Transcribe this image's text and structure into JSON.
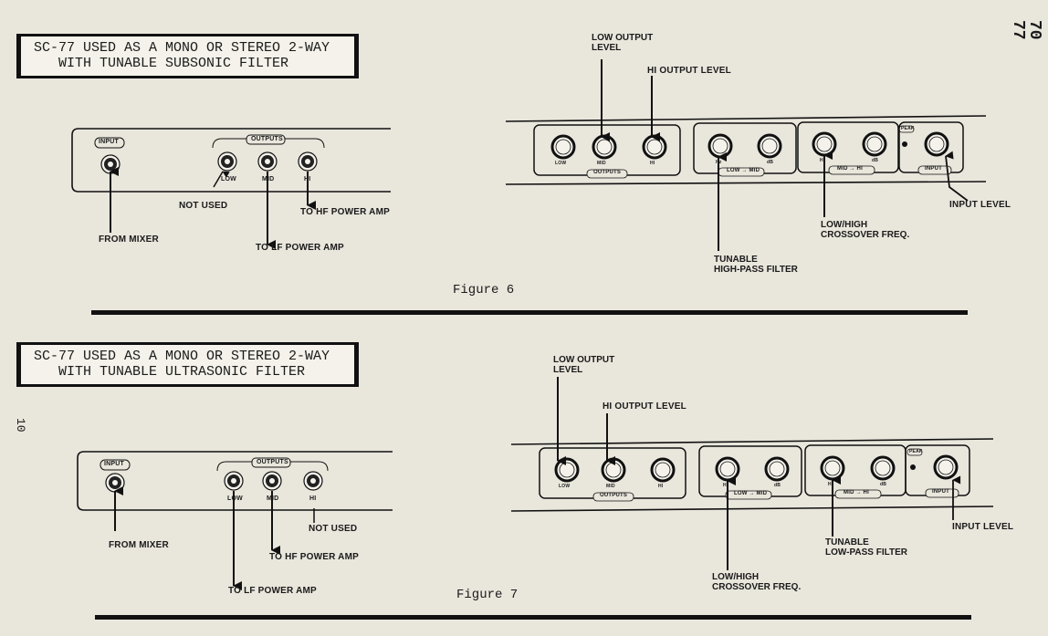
{
  "page_number": "10",
  "page_side_label": "70\n77",
  "figure6": {
    "title_line1": "SC-77 USED AS A MONO OR STEREO 2-WAY",
    "title_line2": "   WITH TUNABLE SUBSONIC FILTER",
    "caption": "Figure 6",
    "jack_labels": {
      "input": "INPUT",
      "outputs": "OUTPUTS",
      "low": "LOW",
      "mid": "MID",
      "hi": "HI"
    },
    "callouts": {
      "not_used": "NOT USED",
      "to_hf_power_amp": "TO HF POWER AMP",
      "from_mixer": "FROM MIXER",
      "to_lf_power_amp": "TO LF POWER AMP",
      "low_output_level": "LOW OUTPUT\nLEVEL",
      "hi_output_level": "HI OUTPUT LEVEL",
      "tunable_filter": "TUNABLE\nHIGH-PASS FILTER",
      "crossover_freq": "LOW/HIGH\nCROSSOVER FREQ.",
      "input_level": "INPUT LEVEL"
    }
  },
  "figure7": {
    "title_line1": "SC-77 USED AS A MONO OR STEREO 2-WAY",
    "title_line2": "   WITH TUNABLE ULTRASONIC FILTER",
    "caption": "Figure 7",
    "jack_labels": {
      "input": "INPUT",
      "outputs": "OUTPUTS",
      "low": "LOW",
      "mid": "MID",
      "hi": "HI"
    },
    "callouts": {
      "from_mixer": "FROM MIXER",
      "not_used": "NOT USED",
      "to_hf_power_amp": "TO HF POWER AMP",
      "to_lf_power_amp": "TO LF POWER AMP",
      "low_output_level": "LOW OUTPUT\nLEVEL",
      "hi_output_level": "HI OUTPUT LEVEL",
      "crossover_freq": "LOW/HIGH\nCROSSOVER FREQ.",
      "tunable_filter": "TUNABLE\nLOW-PASS FILTER",
      "input_level": "INPUT LEVEL"
    }
  },
  "panel_labels": {
    "outputs": "OUTPUTS",
    "low_to_mid": "LOW → MID",
    "mid_to_hi": "MID → HI",
    "input": "INPUT",
    "peak": "PEAK",
    "low": "LOW",
    "mid": "MID",
    "hi": "HI",
    "hz": "Hz",
    "db": "dB"
  }
}
